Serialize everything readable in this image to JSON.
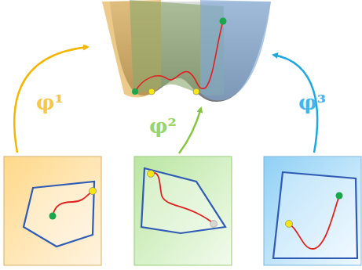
{
  "diagram": {
    "labels": [
      "φ¹",
      "φ²",
      "φ³"
    ]
  }
}
